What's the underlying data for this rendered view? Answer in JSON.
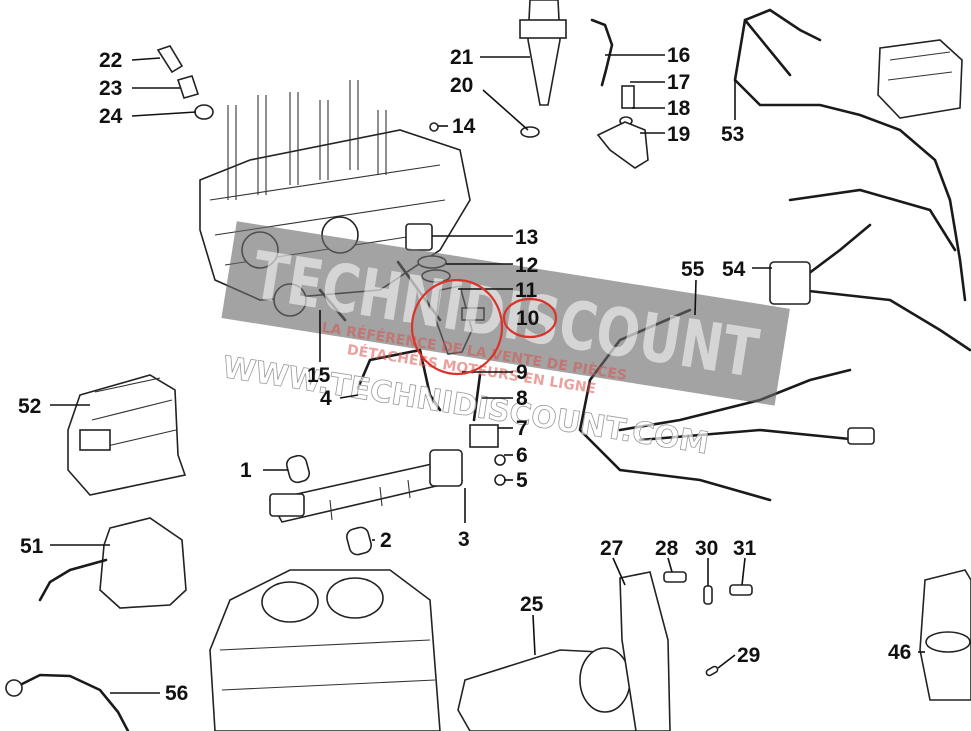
{
  "diagram": {
    "callouts": [
      {
        "id": "c1",
        "text": "1"
      },
      {
        "id": "c2",
        "text": "2"
      },
      {
        "id": "c3",
        "text": "3"
      },
      {
        "id": "c4",
        "text": "4"
      },
      {
        "id": "c5",
        "text": "5"
      },
      {
        "id": "c6",
        "text": "6"
      },
      {
        "id": "c7",
        "text": "7"
      },
      {
        "id": "c8",
        "text": "8"
      },
      {
        "id": "c9",
        "text": "9"
      },
      {
        "id": "c10",
        "text": "10",
        "highlighted": true
      },
      {
        "id": "c11",
        "text": "11"
      },
      {
        "id": "c12",
        "text": "12"
      },
      {
        "id": "c13",
        "text": "13"
      },
      {
        "id": "c14",
        "text": "14"
      },
      {
        "id": "c15",
        "text": "15"
      },
      {
        "id": "c16",
        "text": "16"
      },
      {
        "id": "c17",
        "text": "17"
      },
      {
        "id": "c18",
        "text": "18"
      },
      {
        "id": "c19",
        "text": "19"
      },
      {
        "id": "c20",
        "text": "20"
      },
      {
        "id": "c21",
        "text": "21"
      },
      {
        "id": "c22",
        "text": "22"
      },
      {
        "id": "c23",
        "text": "23"
      },
      {
        "id": "c24",
        "text": "24"
      },
      {
        "id": "c25",
        "text": "25"
      },
      {
        "id": "c27",
        "text": "27"
      },
      {
        "id": "c28",
        "text": "28"
      },
      {
        "id": "c29",
        "text": "29"
      },
      {
        "id": "c30",
        "text": "30"
      },
      {
        "id": "c31",
        "text": "31"
      },
      {
        "id": "c46",
        "text": "46"
      },
      {
        "id": "c51",
        "text": "51"
      },
      {
        "id": "c52",
        "text": "52"
      },
      {
        "id": "c53",
        "text": "53"
      },
      {
        "id": "c54",
        "text": "54"
      },
      {
        "id": "c55",
        "text": "55"
      },
      {
        "id": "c56",
        "text": "56"
      }
    ],
    "highlight_color": "#d9342b"
  },
  "watermark": {
    "brand": "TECHNIDISCOUNT",
    "tagline_1": "LA RÉFÉRENCE DE LA VENTE DE PIÈCES",
    "tagline_2": "DÉTACHÉES MOTEURS EN LIGNE",
    "url": "WWW.TECHNIDISCOUNT.COM",
    "band_color": "#6b6b6b",
    "accent_color": "#d9534f"
  }
}
